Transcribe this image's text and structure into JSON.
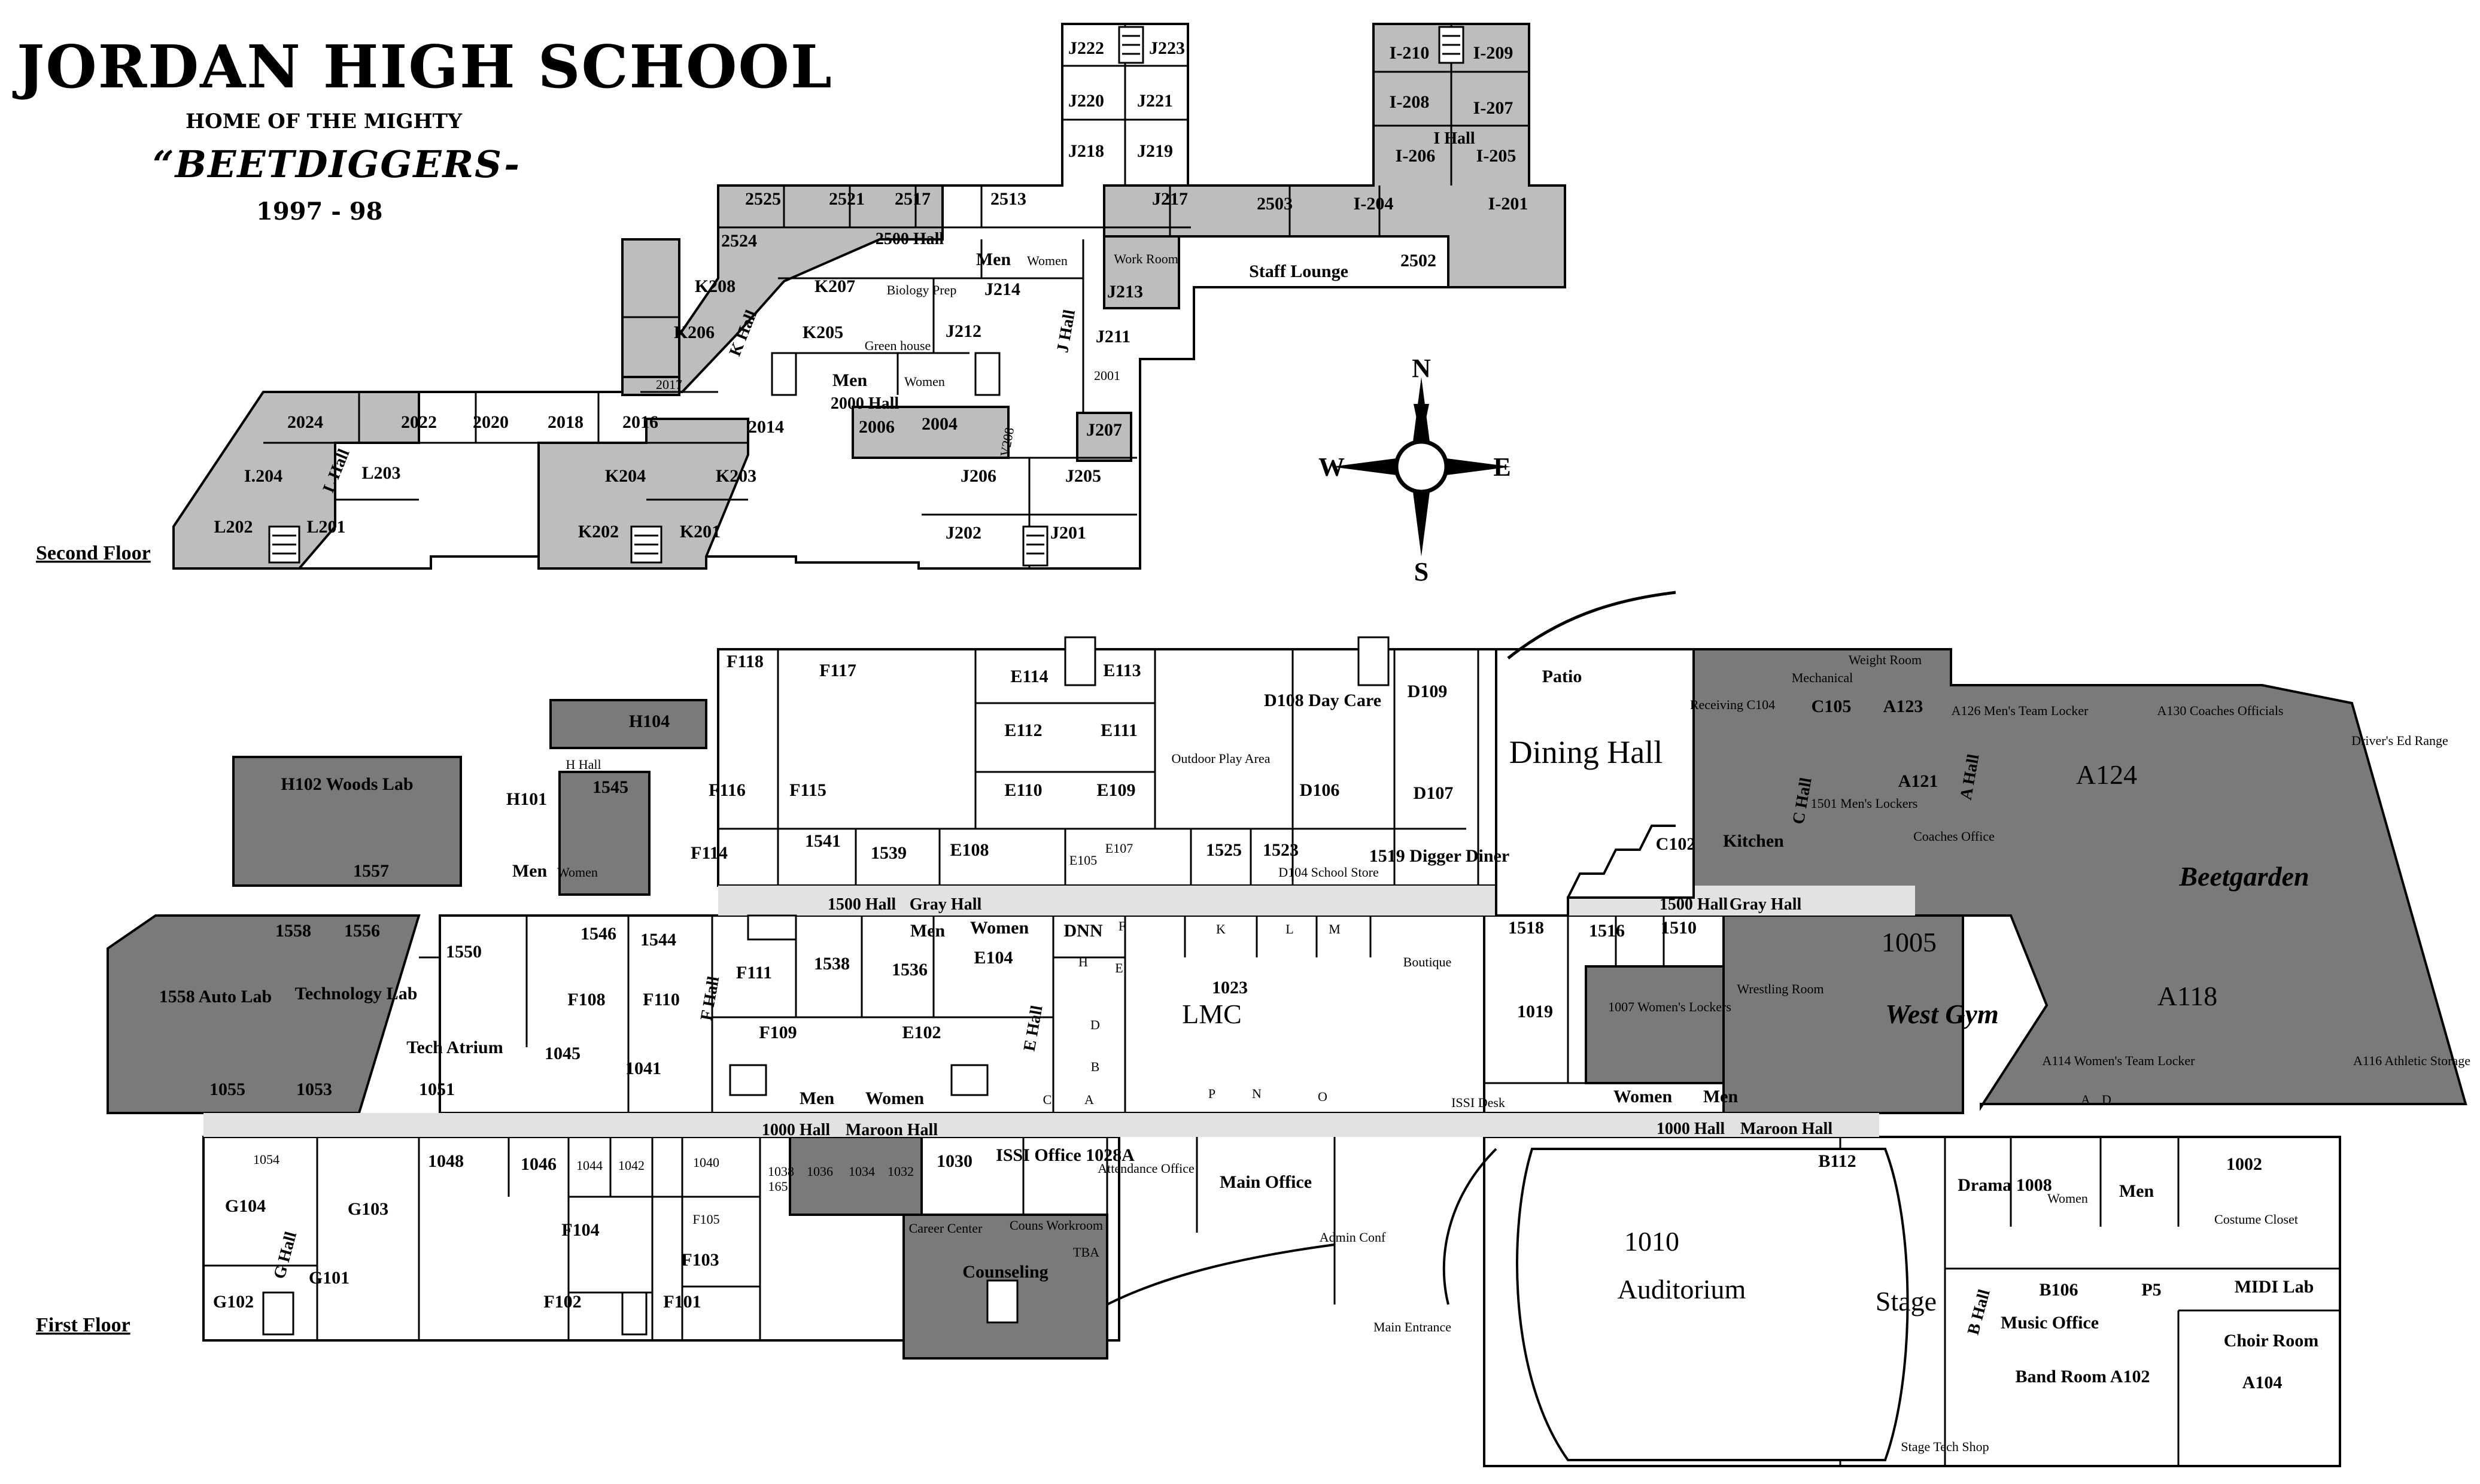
{
  "header": {
    "school": "JORDAN HIGH SCHOOL",
    "home": "HOME OF THE MIGHTY",
    "mascot": "“BEETDIGGERS-",
    "year": "1997 - 98"
  },
  "floors": {
    "second": "Second Floor",
    "first": "First Floor"
  },
  "compass": {
    "n": "N",
    "s": "S",
    "e": "E",
    "w": "W"
  },
  "second_floor": {
    "rooms": [
      "J222",
      "J223",
      "J220",
      "J221",
      "J218",
      "J219",
      "I-210",
      "I-209",
      "I-208",
      "I-207",
      "I-206",
      "I-205",
      "I Hall",
      "2525",
      "2521",
      "2517",
      "2513",
      "J217",
      "2503",
      "I-204",
      "I-201",
      "2524",
      "2500 Hall",
      "K207",
      "Biology Prep",
      "Men",
      "Women",
      "J214",
      "Work Room",
      "Staff Lounge",
      "2502",
      "J213",
      "K208",
      "K205",
      "Green house",
      "J212",
      "J211",
      "K206",
      "K Hall",
      "J Hall",
      "Men",
      "Women",
      "2001",
      "2017",
      "2000 Hall",
      "2024",
      "2022",
      "2020",
      "2018",
      "2016",
      "2014",
      "2006",
      "2004",
      "V208",
      "J207",
      "L Hall",
      "I.204",
      "L203",
      "K204",
      "K203",
      "J206",
      "J205",
      "L202",
      "L201",
      "K202",
      "K201",
      "J202",
      "J201"
    ]
  },
  "first_floor": {
    "rooms": [
      "F118",
      "F117",
      "E114",
      "E113",
      "D109",
      "Patio",
      "Weight Room",
      "Mechanical",
      "Receiving C104",
      "C105",
      "A123",
      "A126 Men's Team Locker",
      "A130 Coaches Officials",
      "Driver's Ed Range",
      "H104",
      "H Hall",
      "E112",
      "E111",
      "Outdoor Play Area",
      "D108 Day Care",
      "Dining Hall",
      "H102 Woods Lab",
      "H101",
      "1545",
      "F116",
      "F115",
      "E110",
      "E109",
      "D106",
      "D107",
      "A121",
      "A124",
      "C Hall",
      "A Hall",
      "1501 Men's Lockers",
      "Coaches Office",
      "1557",
      "Men",
      "Women",
      "F114",
      "1541",
      "1539",
      "E108",
      "E105",
      "E107",
      "1525",
      "1523",
      "D104 School Store",
      "1519 Digger Diner",
      "C102",
      "Kitchen",
      "Beetgarden",
      "1558",
      "1556",
      "1500 Hall",
      "Gray Hall",
      "Men",
      "Women",
      "DNN",
      "F",
      "K",
      "L",
      "M",
      "1500 Hall",
      "Gray Hall",
      "1558 Auto Lab",
      "Technology Lab",
      "1550",
      "1546",
      "1544",
      "F111",
      "1538",
      "1536",
      "E104",
      "H",
      "E",
      "Boutique",
      "1518",
      "1516",
      "1510",
      "1005",
      "West Gym",
      "F108",
      "F110",
      "1023",
      "LMC",
      "1019",
      "1007 Women's Lockers",
      "Wrestling Room",
      "A118",
      "Tech Atrium",
      "1045",
      "1041",
      "F109",
      "E102",
      "D",
      "A116 Athletic Storage",
      "1055",
      "1053",
      "1051",
      "B",
      "A114 Women's Team Locker",
      "Men",
      "Women",
      "C",
      "A",
      "P",
      "N",
      "O",
      "Women",
      "Men",
      "ISSI Desk",
      "A",
      "D",
      "1000 Hall",
      "Maroon Hall",
      "1000 Hall",
      "Maroon Hall",
      "1054",
      "1048",
      "1046",
      "1044",
      "1042",
      "1040",
      "1038",
      "165",
      "1036",
      "1034",
      "1032",
      "1030",
      "ISSI Office 1028A",
      "Attendance Office",
      "Main Office",
      "B112",
      "G104",
      "G103",
      "F105",
      "F104",
      "Career Center",
      "Couns Workroom",
      "TBA",
      "Admin Conf",
      "1010",
      "Auditorium",
      "Drama 1008",
      "Women",
      "Men",
      "1002",
      "Costume Closet",
      "G Hall",
      "G101",
      "F103",
      "Counseling",
      "B106",
      "P5",
      "MIDI Lab",
      "G102",
      "F102",
      "F101",
      "E Hall",
      "F Hall",
      "Stage",
      "B Hall",
      "Music Office",
      "Choir Room",
      "Main Entrance",
      "Band Room A102",
      "A104",
      "Stage Tech Shop"
    ]
  }
}
